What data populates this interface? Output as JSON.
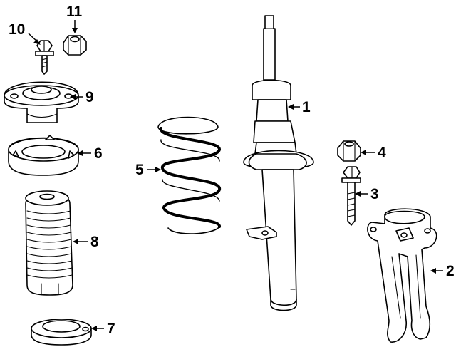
{
  "diagram": {
    "callouts": [
      {
        "id": "1",
        "label": "1"
      },
      {
        "id": "2",
        "label": "2"
      },
      {
        "id": "3",
        "label": "3"
      },
      {
        "id": "4",
        "label": "4"
      },
      {
        "id": "5",
        "label": "5"
      },
      {
        "id": "6",
        "label": "6"
      },
      {
        "id": "7",
        "label": "7"
      },
      {
        "id": "8",
        "label": "8"
      },
      {
        "id": "9",
        "label": "9"
      },
      {
        "id": "10",
        "label": "10"
      },
      {
        "id": "11",
        "label": "11"
      }
    ]
  },
  "colors": {
    "line": "#000000",
    "background": "#ffffff"
  }
}
